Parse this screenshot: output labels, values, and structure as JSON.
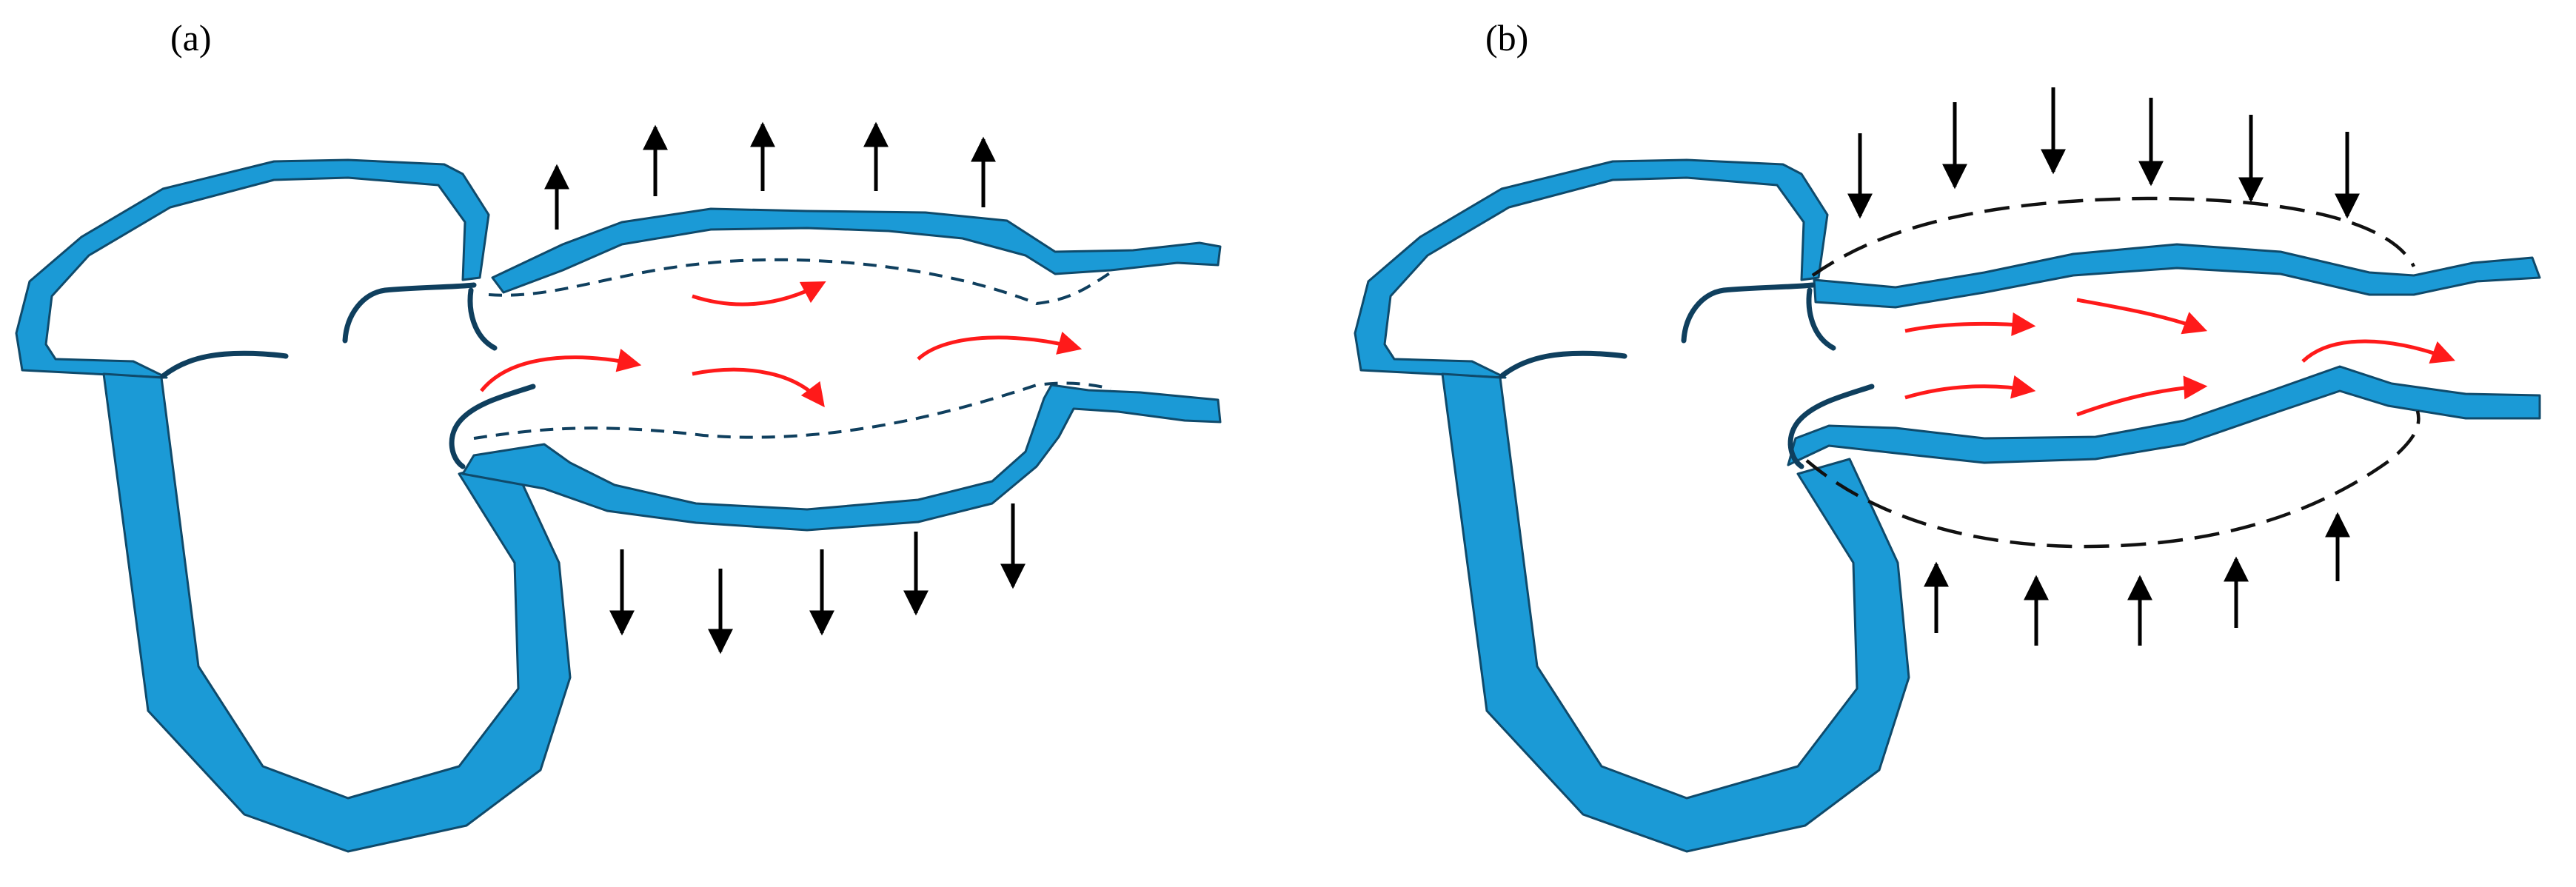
{
  "panels": [
    {
      "label": "(a)",
      "forces": "outward"
    },
    {
      "label": "(b)",
      "forces": "inward"
    }
  ],
  "colors": {
    "vessel_wall": "#1b9ad6",
    "wall_outline": "#0f4a6b",
    "valve_leaflet": "#0f3f5e",
    "flow_arrow": "#ff1a1a",
    "force_arrow": "#000000"
  }
}
